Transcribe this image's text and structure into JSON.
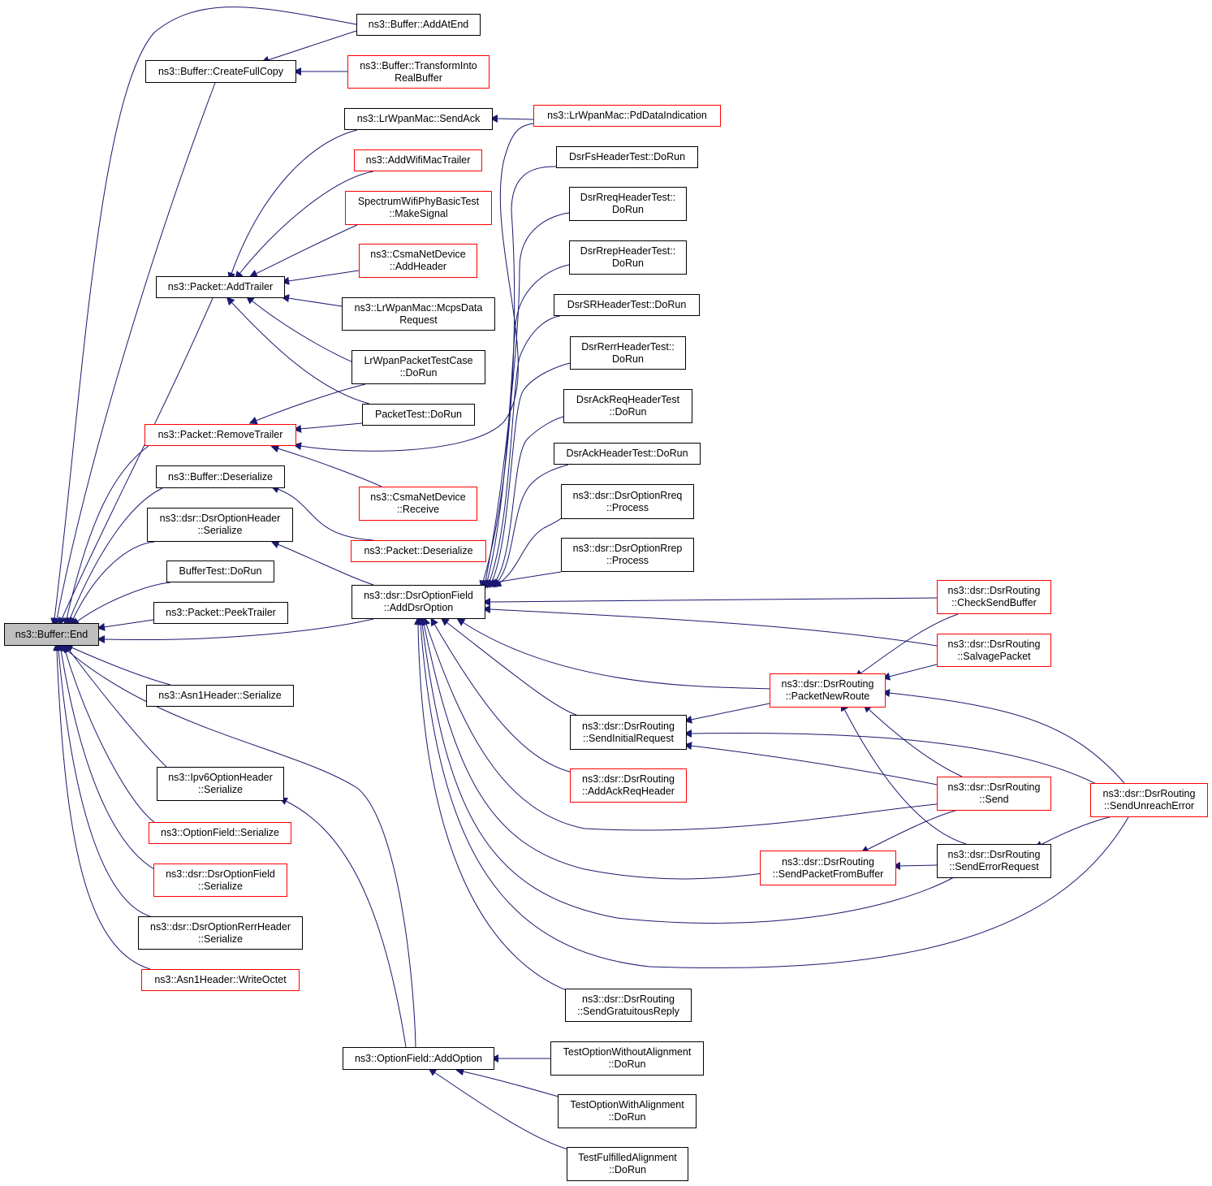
{
  "colors": {
    "edge": "#191970",
    "border_normal": "#000000",
    "border_truncated": "#ff0000",
    "root_fill": "#bfbfbf"
  },
  "nodes": {
    "buffer_end": {
      "label": "ns3::Buffer::End",
      "style": "root"
    },
    "buffer_addatend": {
      "label": "ns3::Buffer::AddAtEnd",
      "style": "normal"
    },
    "buffer_createfullcopy": {
      "label": "ns3::Buffer::CreateFullCopy",
      "style": "normal"
    },
    "buffer_transformintorealbuffer": {
      "label": "ns3::Buffer::TransformInto\nRealBuffer",
      "style": "truncated"
    },
    "lrwpanmac_sendack": {
      "label": "ns3::LrWpanMac::SendAck",
      "style": "normal"
    },
    "lrwpanmac_pddataindication": {
      "label": "ns3::LrWpanMac::PdDataIndication",
      "style": "truncated"
    },
    "addwifimactrailer": {
      "label": "ns3::AddWifiMacTrailer",
      "style": "truncated"
    },
    "dsrfsheadertest_dorun": {
      "label": "DsrFsHeaderTest::DoRun",
      "style": "normal"
    },
    "spectrumwifiphybasictest_makesignal": {
      "label": "SpectrumWifiPhyBasicTest\n::MakeSignal",
      "style": "truncated"
    },
    "dsrrreqheadertest_dorun": {
      "label": "DsrRreqHeaderTest::\nDoRun",
      "style": "normal"
    },
    "csmanetdevice_addheader": {
      "label": "ns3::CsmaNetDevice\n::AddHeader",
      "style": "truncated"
    },
    "dsrrrepheadertest_dorun": {
      "label": "DsrRrepHeaderTest::\nDoRun",
      "style": "normal"
    },
    "packet_addtrailer": {
      "label": "ns3::Packet::AddTrailer",
      "style": "normal"
    },
    "lrwpanmac_mcpsdatarequest": {
      "label": "ns3::LrWpanMac::McpsData\nRequest",
      "style": "normal"
    },
    "dsrsrheadertest_dorun": {
      "label": "DsrSRHeaderTest::DoRun",
      "style": "normal"
    },
    "lrwpanpackettestcase_dorun": {
      "label": "LrWpanPacketTestCase\n::DoRun",
      "style": "normal"
    },
    "dsrrerrheadertest_dorun": {
      "label": "DsrRerrHeaderTest::\nDoRun",
      "style": "normal"
    },
    "dsrackreqheadertest_dorun": {
      "label": "DsrAckReqHeaderTest\n::DoRun",
      "style": "normal"
    },
    "packettest_dorun": {
      "label": "PacketTest::DoRun",
      "style": "normal"
    },
    "packet_removetrailer": {
      "label": "ns3::Packet::RemoveTrailer",
      "style": "truncated"
    },
    "dsrackheadertest_dorun": {
      "label": "DsrAckHeaderTest::DoRun",
      "style": "normal"
    },
    "buffer_deserialize": {
      "label": "ns3::Buffer::Deserialize",
      "style": "normal"
    },
    "csmanetdevice_receive": {
      "label": "ns3::CsmaNetDevice\n::Receive",
      "style": "truncated"
    },
    "dsroptionrreq_process": {
      "label": "ns3::dsr::DsrOptionRreq\n::Process",
      "style": "normal"
    },
    "dsroptionheader_serialize": {
      "label": "ns3::dsr::DsrOptionHeader\n::Serialize",
      "style": "normal"
    },
    "packet_deserialize": {
      "label": "ns3::Packet::Deserialize",
      "style": "truncated"
    },
    "dsroptionrrep_process": {
      "label": "ns3::dsr::DsrOptionRrep\n::Process",
      "style": "normal"
    },
    "buffertest_dorun": {
      "label": "BufferTest::DoRun",
      "style": "normal"
    },
    "dsroptionfield_adddsroption": {
      "label": "ns3::dsr::DsrOptionField\n::AddDsrOption",
      "style": "normal"
    },
    "dsrrouting_checksendbuffer": {
      "label": "ns3::dsr::DsrRouting\n::CheckSendBuffer",
      "style": "truncated"
    },
    "packet_peektrailer": {
      "label": "ns3::Packet::PeekTrailer",
      "style": "normal"
    },
    "dsrrouting_salvagepacket": {
      "label": "ns3::dsr::DsrRouting\n::SalvagePacket",
      "style": "truncated"
    },
    "dsrrouting_packetnewroute": {
      "label": "ns3::dsr::DsrRouting\n::PacketNewRoute",
      "style": "truncated"
    },
    "asn1header_serialize": {
      "label": "ns3::Asn1Header::Serialize",
      "style": "normal"
    },
    "dsrrouting_sendinitialrequest": {
      "label": "ns3::dsr::DsrRouting\n::SendInitialRequest",
      "style": "normal"
    },
    "ipv6optionheader_serialize": {
      "label": "ns3::Ipv6OptionHeader\n::Serialize",
      "style": "normal"
    },
    "dsrrouting_addackreqheader": {
      "label": "ns3::dsr::DsrRouting\n::AddAckReqHeader",
      "style": "truncated"
    },
    "dsrrouting_send": {
      "label": "ns3::dsr::DsrRouting\n::Send",
      "style": "truncated"
    },
    "dsrrouting_sendunreacherror": {
      "label": "ns3::dsr::DsrRouting\n::SendUnreachError",
      "style": "truncated"
    },
    "optionfield_serialize": {
      "label": "ns3::OptionField::Serialize",
      "style": "truncated"
    },
    "dsroptionfield_serialize": {
      "label": "ns3::dsr::DsrOptionField\n::Serialize",
      "style": "truncated"
    },
    "dsrrouting_sendpacketfrombuffer": {
      "label": "ns3::dsr::DsrRouting\n::SendPacketFromBuffer",
      "style": "truncated"
    },
    "dsrrouting_senderrorrequest": {
      "label": "ns3::dsr::DsrRouting\n::SendErrorRequest",
      "style": "normal"
    },
    "dsroptionrerrheader_serialize": {
      "label": "ns3::dsr::DsrOptionRerrHeader\n::Serialize",
      "style": "normal"
    },
    "asn1header_writeoctet": {
      "label": "ns3::Asn1Header::WriteOctet",
      "style": "truncated"
    },
    "dsrrouting_sendgratuitousreply": {
      "label": "ns3::dsr::DsrRouting\n::SendGratuitousReply",
      "style": "normal"
    },
    "optionfield_addoption": {
      "label": "ns3::OptionField::AddOption",
      "style": "normal"
    },
    "testoptionwithoutalignment_dorun": {
      "label": "TestOptionWithoutAlignment\n::DoRun",
      "style": "normal"
    },
    "testoptionwithalignment_dorun": {
      "label": "TestOptionWithAlignment\n::DoRun",
      "style": "normal"
    },
    "testfulfilledalignment_dorun": {
      "label": "TestFulfilledAlignment\n::DoRun",
      "style": "normal"
    }
  }
}
